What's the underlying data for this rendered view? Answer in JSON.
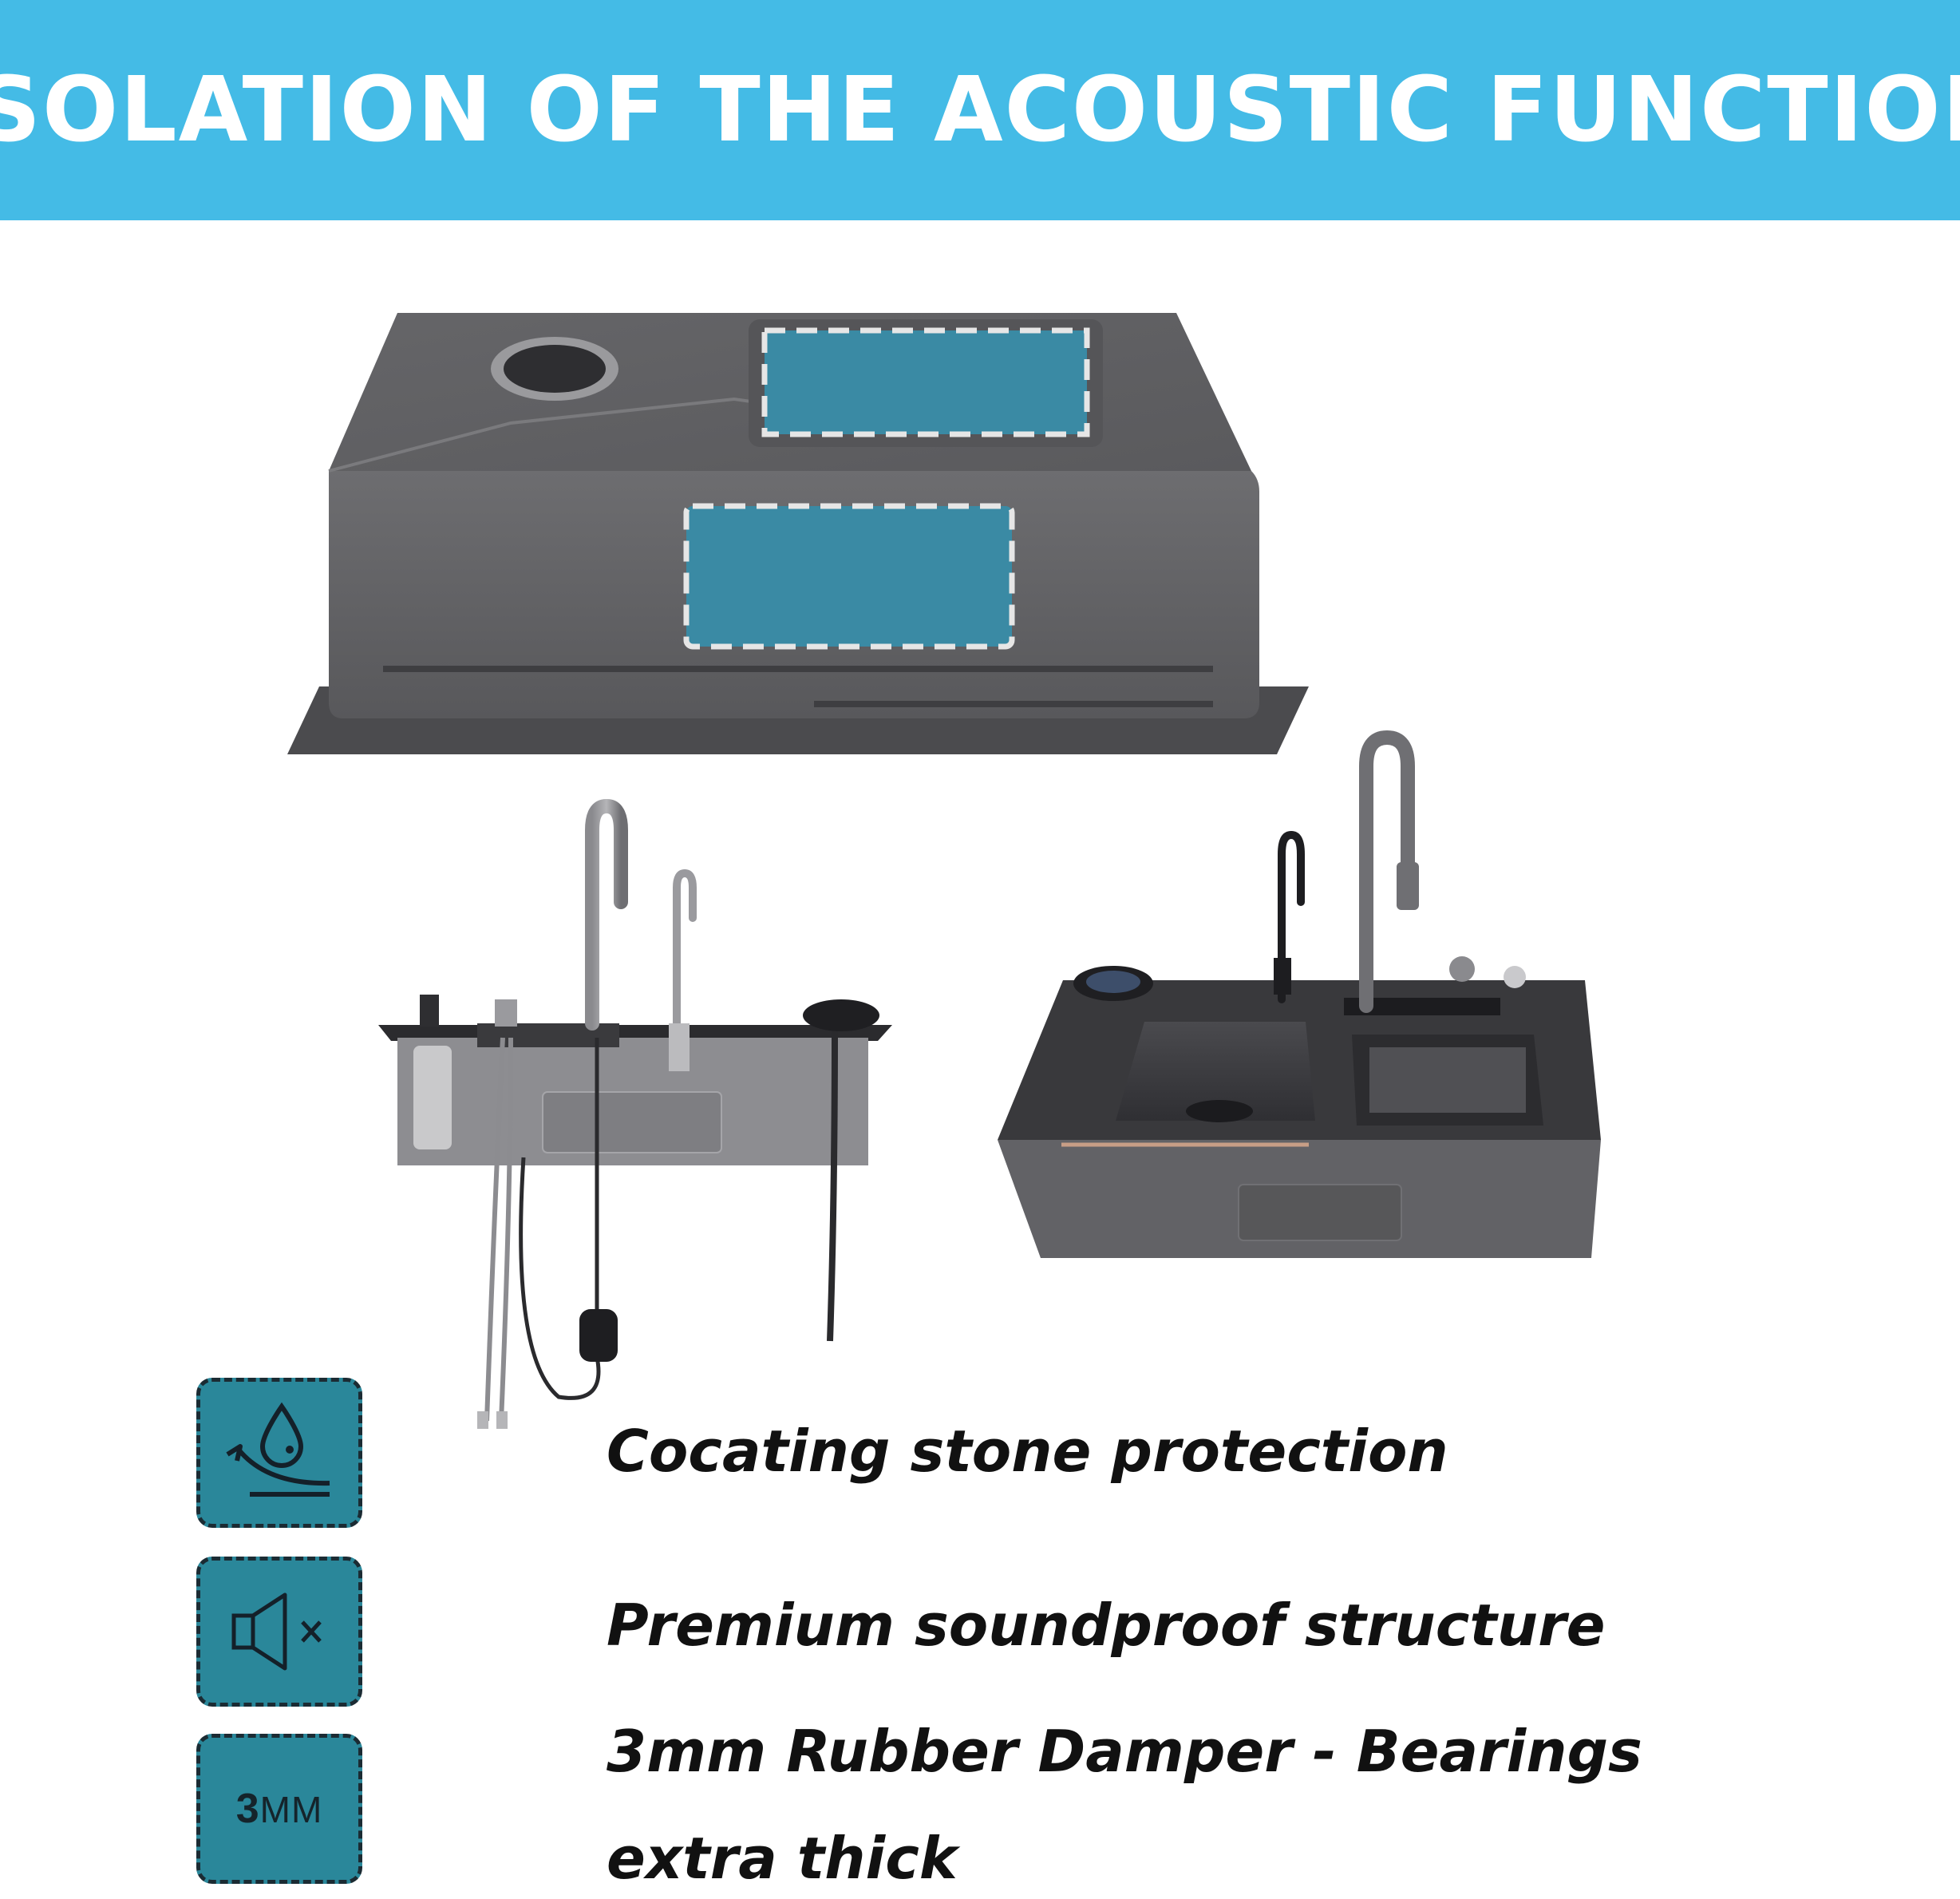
{
  "banner": {
    "title": "ISOLATION OF THE ACOUSTIC FUNCTION"
  },
  "colors": {
    "banner": "#44bbe6",
    "pad": "#3a8aa4",
    "sink_gray": "#6a6a6d",
    "badge": "#2a879a"
  },
  "features": [
    {
      "icon": "water-drop-coating-icon",
      "label": "Cocating stone protection"
    },
    {
      "icon": "speaker-muted-icon",
      "label": "Premium soundproof structure"
    },
    {
      "icon": "3mm-badge-icon",
      "badge_main": "3",
      "badge_unit": "MM",
      "label_line1": "3mm Rubber Damper - Bearings",
      "label_line2": "extra thick"
    }
  ]
}
